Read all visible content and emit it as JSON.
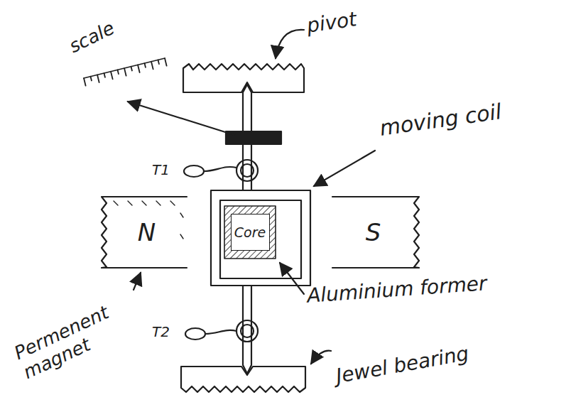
{
  "diagram": {
    "nodes": [
      {
        "text": [
          "N"
        ]
      },
      {
        "text": [
          "Core"
        ]
      },
      {
        "text": [
          "S"
        ]
      }
    ],
    "labels": [
      "scale",
      "pivot",
      "moving coil",
      "T1",
      "Permenent magnet",
      "Aluminium former",
      "T2",
      "Jewel bearing"
    ]
  }
}
